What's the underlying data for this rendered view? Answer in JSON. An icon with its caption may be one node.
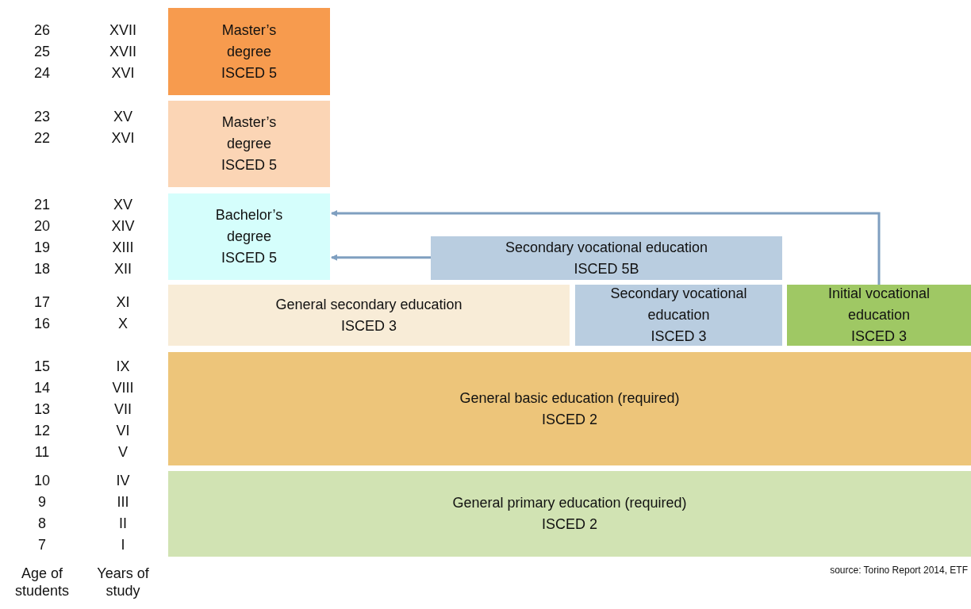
{
  "diagram": {
    "nodes": [
      {
        "text": [
          "Master’s degree",
          "ISCED 5"
        ]
      },
      {
        "text": [
          "Master’s degree",
          "ISCED 5"
        ]
      },
      {
        "text": [
          "Bachelor’s degree",
          "ISCED 5"
        ]
      },
      {
        "text": [
          "Secondary vocational education",
          "ISCED 5B"
        ]
      },
      {
        "text": [
          "General secondary education",
          "ISCED 3"
        ]
      },
      {
        "text": [
          "Secondary vocational education",
          "ISCED 3"
        ]
      },
      {
        "text": [
          "Initial vocational education",
          "ISCED 3"
        ]
      },
      {
        "text": [
          "General basic education (required)",
          "ISCED 2"
        ]
      },
      {
        "text": [
          "General primary education (required)",
          "ISCED 2"
        ]
      }
    ],
    "edges": [
      {
        "from": 6,
        "to": 2,
        "arrow": "to"
      },
      {
        "from": 3,
        "to": 2,
        "arrow": "to"
      }
    ],
    "labels": [
      "26",
      "XVII",
      "25",
      "XVII",
      "24",
      "XVI",
      "23",
      "XV",
      "22",
      "XVI",
      "21",
      "XV",
      "20",
      "XIV",
      "19",
      "XIII",
      "18",
      "XII",
      "17",
      "XI",
      "16",
      "X",
      "15",
      "IX",
      "14",
      "VIII",
      "13",
      "VII",
      "12",
      "VI",
      "11",
      "V",
      "10",
      "IV",
      "9",
      "III",
      "8",
      "II",
      "7",
      "I",
      "Age of students",
      "Years of study",
      "source: Torino Report 2014, ETF"
    ]
  }
}
